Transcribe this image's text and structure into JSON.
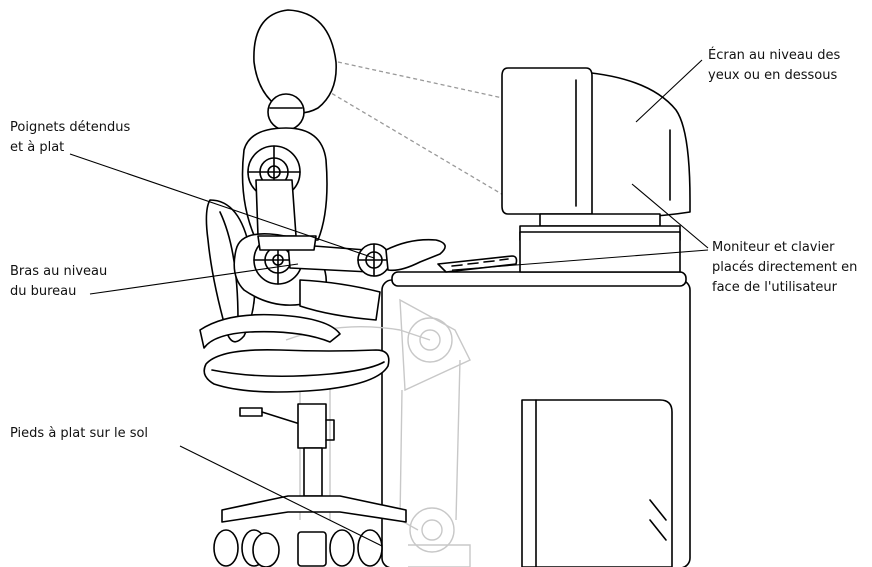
{
  "labels": {
    "screen": {
      "line1": "Écran au niveau des",
      "line2": "yeux ou en dessous"
    },
    "wrists": {
      "line1": "Poignets détendus",
      "line2": "et à plat"
    },
    "arms": {
      "line1": "Bras au niveau",
      "line2": "du bureau"
    },
    "monitor_keyboard": {
      "line1": "Moniteur et clavier",
      "line2": "placés directement en",
      "line3": "face de l'utilisateur"
    },
    "feet": {
      "line1": "Pieds à plat sur le sol"
    }
  }
}
